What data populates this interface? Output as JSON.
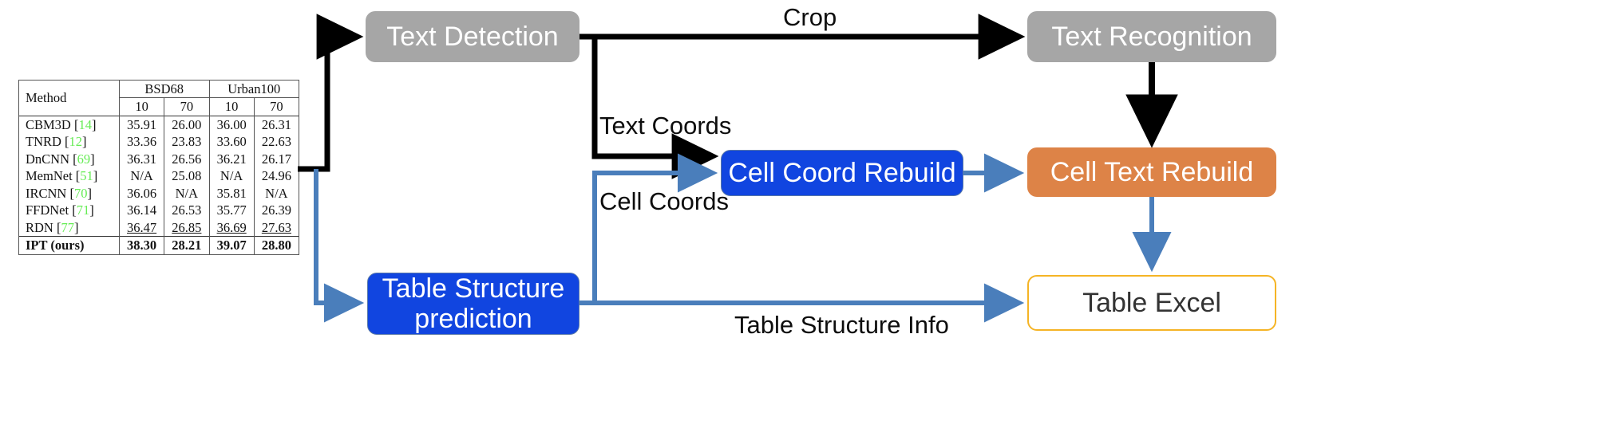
{
  "diagram": {
    "nodes": [
      {
        "id": "text-detection",
        "label": "Text Detection",
        "color": "#a6a6a6",
        "text_color": "#ffffff",
        "style": "gray"
      },
      {
        "id": "text-recognition",
        "label": "Text Recognition",
        "color": "#a6a6a6",
        "text_color": "#ffffff",
        "style": "gray"
      },
      {
        "id": "cell-coord-rebuild",
        "label": "Cell Coord Rebuild",
        "color": "#1145e0",
        "text_color": "#ffffff",
        "style": "blue"
      },
      {
        "id": "cell-text-rebuild",
        "label": "Cell Text Rebuild",
        "color": "#dd8347",
        "text_color": "#ffffff",
        "style": "orange"
      },
      {
        "id": "table-structure-pred",
        "label": "Table Structure\nprediction",
        "color": "#1145e0",
        "text_color": "#ffffff",
        "style": "blue"
      },
      {
        "id": "table-excel",
        "label": "Table Excel",
        "color": "#ffffff",
        "text_color": "#333333",
        "style": "excel",
        "border_color": "#f5b425"
      }
    ],
    "edge_labels": {
      "crop": "Crop",
      "text_coords": "Text Coords",
      "cell_coords": "Cell Coords",
      "table_structure_info": "Table Structure Info"
    },
    "colors": {
      "black_arrow": "#000000",
      "blue_arrow": "#4a7ebb",
      "gray_node": "#a6a6a6",
      "blue_node": "#1145e0",
      "orange_node": "#dd8347",
      "excel_border": "#f5b425",
      "reference_green": "#66ec55"
    }
  },
  "paper_table": {
    "col_method": "Method",
    "groups": [
      "BSD68",
      "Urban100"
    ],
    "sub_headers": [
      "10",
      "70",
      "10",
      "70"
    ],
    "rows": [
      {
        "method": "CBM3D",
        "ref": "14",
        "values": [
          "35.91",
          "26.00",
          "36.00",
          "26.31"
        ]
      },
      {
        "method": "TNRD",
        "ref": "12",
        "values": [
          "33.36",
          "23.83",
          "33.60",
          "22.63"
        ]
      },
      {
        "method": "DnCNN",
        "ref": "69",
        "values": [
          "36.31",
          "26.56",
          "36.21",
          "26.17"
        ]
      },
      {
        "method": "MemNet",
        "ref": "51",
        "values": [
          "N/A",
          "25.08",
          "N/A",
          "24.96"
        ]
      },
      {
        "method": "IRCNN",
        "ref": "70",
        "values": [
          "36.06",
          "N/A",
          "35.81",
          "N/A"
        ]
      },
      {
        "method": "FFDNet",
        "ref": "71",
        "values": [
          "36.14",
          "26.53",
          "35.77",
          "26.39"
        ]
      },
      {
        "method": "RDN",
        "ref": "77",
        "values": [
          "36.47",
          "26.85",
          "36.69",
          "27.63"
        ]
      }
    ],
    "final_row": {
      "method": "IPT (ours)",
      "ref": "",
      "values": [
        "38.30",
        "28.21",
        "39.07",
        "28.80"
      ]
    }
  }
}
